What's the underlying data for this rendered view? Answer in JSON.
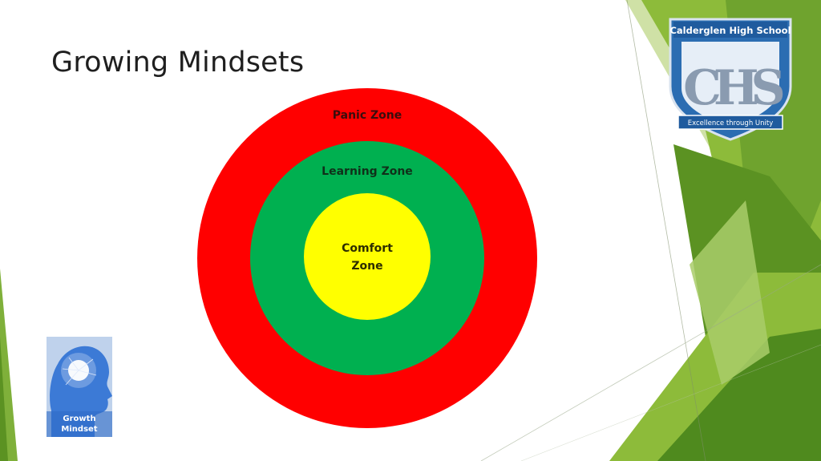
{
  "slide": {
    "title": "Growing Mindsets"
  },
  "diagram": {
    "zones": [
      {
        "label": "Panic Zone",
        "color": "#ff0000"
      },
      {
        "label": "Learning Zone",
        "color": "#00b050"
      },
      {
        "label_line1": "Comfort",
        "label_line2": "Zone",
        "color": "#ffff00"
      }
    ]
  },
  "crest": {
    "school_name": "Calderglen High School",
    "initials": "CHS",
    "motto": "Excellence through Unity"
  },
  "growth_logo": {
    "line1": "Growth",
    "line2": "Mindset"
  },
  "theme": {
    "accent_green": "#8dbb3a",
    "dark_green": "#4f8a1e",
    "light_green": "#cfe1a6"
  }
}
